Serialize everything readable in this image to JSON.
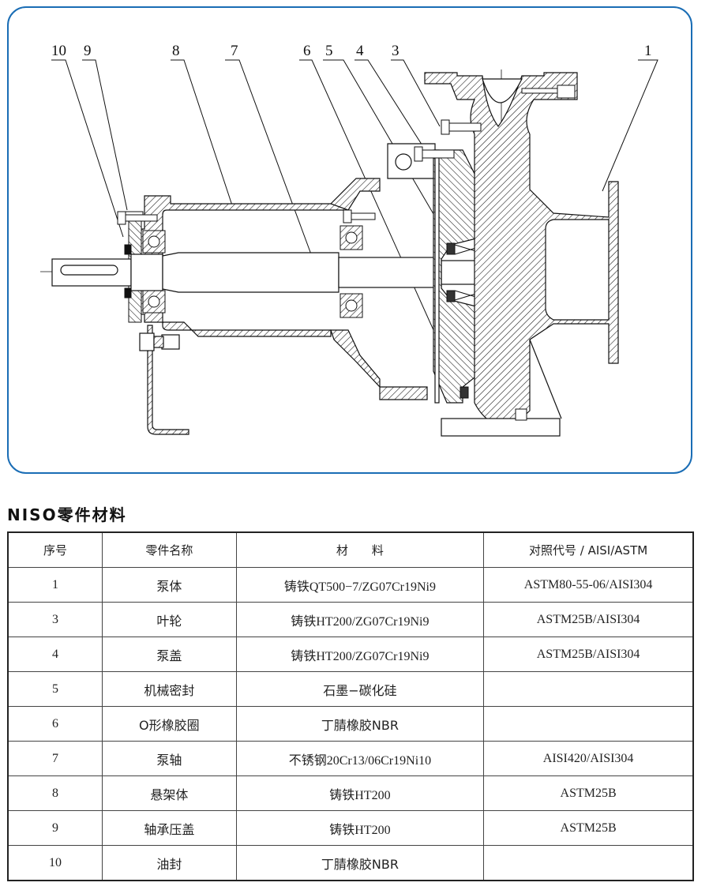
{
  "drawing": {
    "frame_color": "#1a6db5",
    "callouts": [
      "10",
      "9",
      "8",
      "7",
      "6",
      "5",
      "4",
      "3",
      "1"
    ]
  },
  "section_title": "NISO零件材料",
  "table": {
    "headers": [
      "序号",
      "零件名称",
      "材　　料",
      "对照代号 / AISI/ASTM"
    ],
    "rows": [
      {
        "no": "1",
        "name": "泵体",
        "material": "铸铁QT500−7/ZG07Cr19Ni9",
        "equiv": "ASTM80-55-06/AISI304"
      },
      {
        "no": "3",
        "name": "叶轮",
        "material": "铸铁HT200/ZG07Cr19Ni9",
        "equiv": "ASTM25B/AISI304"
      },
      {
        "no": "4",
        "name": "泵盖",
        "material": "铸铁HT200/ZG07Cr19Ni9",
        "equiv": "ASTM25B/AISI304"
      },
      {
        "no": "5",
        "name": "机械密封",
        "material": "石墨−碳化硅",
        "equiv": ""
      },
      {
        "no": "6",
        "name": "O形橡胶圈",
        "material": "丁腈橡胶NBR",
        "equiv": ""
      },
      {
        "no": "7",
        "name": "泵轴",
        "material": "不锈钢20Cr13/06Cr19Ni10",
        "equiv": "AISI420/AISI304"
      },
      {
        "no": "8",
        "name": "悬架体",
        "material": "铸铁HT200",
        "equiv": "ASTM25B"
      },
      {
        "no": "9",
        "name": "轴承压盖",
        "material": "铸铁HT200",
        "equiv": "ASTM25B"
      },
      {
        "no": "10",
        "name": "油封",
        "material": "丁腈橡胶NBR",
        "equiv": ""
      }
    ]
  }
}
